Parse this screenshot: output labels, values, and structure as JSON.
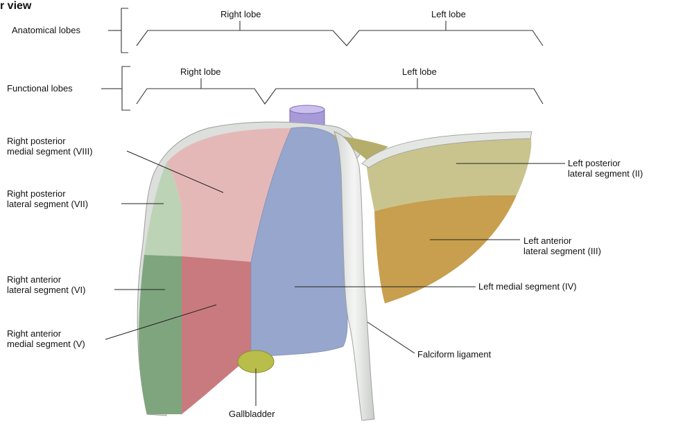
{
  "title": "r view",
  "brackets": {
    "anatomical": {
      "label": "Anatomical lobes",
      "right": "Right lobe",
      "left": "Left lobe"
    },
    "functional": {
      "label": "Functional lobes",
      "right": "Right lobe",
      "left": "Left lobe"
    }
  },
  "labels": {
    "seg_viii": [
      "Right posterior",
      "medial segment (VIII)"
    ],
    "seg_vii": [
      "Right posterior",
      "lateral segment (VII)"
    ],
    "seg_vi": [
      "Right anterior",
      "lateral segment (VI)"
    ],
    "seg_v": [
      "Right anterior",
      "medial segment (V)"
    ],
    "seg_ii": [
      "Left posterior",
      "lateral segment (II)"
    ],
    "seg_iii": [
      "Left anterior",
      "lateral segment (III)"
    ],
    "seg_iv": "Left medial segment (IV)",
    "falciform": "Falciform ligament",
    "gallbladder": "Gallbladder"
  },
  "colors": {
    "seg_ii": "#c9c48e",
    "seg_iii": "#c79f4e",
    "seg_iv": "#97a6cc",
    "seg_v": "#c97a7e",
    "seg_vi": "#7fa57e",
    "seg_vii": "#bcd3b6",
    "seg_viii": "#e5b8b8",
    "ligament": "#e6e8e6",
    "vessel": "#a79ad9",
    "gallbladder": "#b9bd4a"
  }
}
